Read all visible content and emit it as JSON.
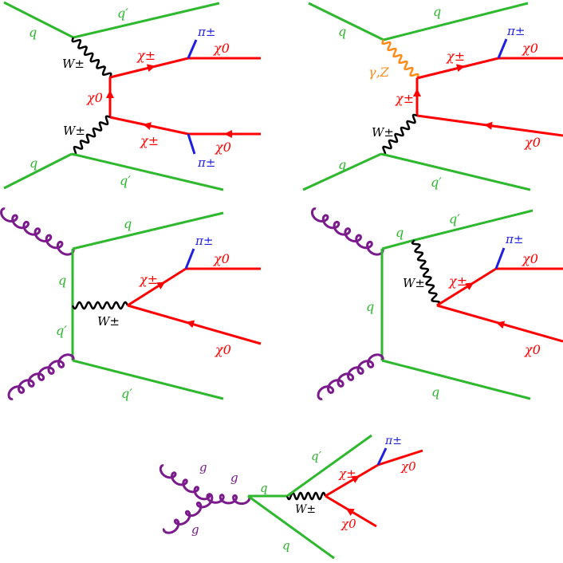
{
  "colors": {
    "quark": "#2eb82e",
    "chargino": "#ff0000",
    "w_boson": "#000000",
    "photon_z": "#ff8c1a",
    "pion": "#1f1fe0",
    "gluon": "#7a1a8c"
  },
  "particles": {
    "q": "q",
    "q_prime": "q′",
    "W": "W±",
    "chi_pm": "χ±",
    "chi0": "χ0",
    "pi_pm": "π±",
    "gamma_z": "γ,Z",
    "g": "g"
  },
  "diagrams": [
    {
      "id": "d1",
      "labels": {
        "q_in_top": "q",
        "q_out_top": "q′",
        "w_top": "W±",
        "chi_pm_top": "χ±",
        "pi_top": "π±",
        "chi0_top": "χ0",
        "chi0_mid": "χ0",
        "w_bot": "W±",
        "chi_pm_bot": "χ±",
        "pi_bot": "π±",
        "chi0_bot": "χ0",
        "q_in_bot": "q",
        "q_out_bot": "q′"
      }
    },
    {
      "id": "d2",
      "labels": {
        "q_in_top": "q",
        "q_out_top": "q",
        "gamma_z": "γ,Z",
        "chi_pm_top": "χ±",
        "pi_top": "π±",
        "chi0_top": "χ0",
        "chi_pm_mid": "χ±",
        "w_bot": "W±",
        "chi0_bot": "χ0",
        "q_in_bot": "q",
        "q_out_bot": "q′"
      }
    },
    {
      "id": "d3",
      "labels": {
        "q_out_top": "q",
        "q_left": "q",
        "q_prime_left": "q′",
        "w": "W±",
        "chi_pm": "χ±",
        "pi": "π±",
        "chi0_top": "χ0",
        "chi0_bot": "χ0",
        "q_out_bot": "q′"
      }
    },
    {
      "id": "d4",
      "labels": {
        "q_top_left": "q",
        "q_prime_top": "q′",
        "w": "W±",
        "chi_pm": "χ±",
        "pi": "π±",
        "chi0_top": "χ0",
        "q_left": "q",
        "chi0_bot": "χ0",
        "q_out_bot": "q"
      }
    },
    {
      "id": "d5",
      "labels": {
        "g_in_top": "g",
        "g_mid": "g",
        "g_in_bot": "g",
        "q_mid": "q",
        "w": "W±",
        "q_prime_out": "q′",
        "chi_pm": "χ±",
        "pi": "π±",
        "chi0_top": "χ0",
        "chi0_bot": "χ0",
        "q_out": "q"
      }
    }
  ]
}
